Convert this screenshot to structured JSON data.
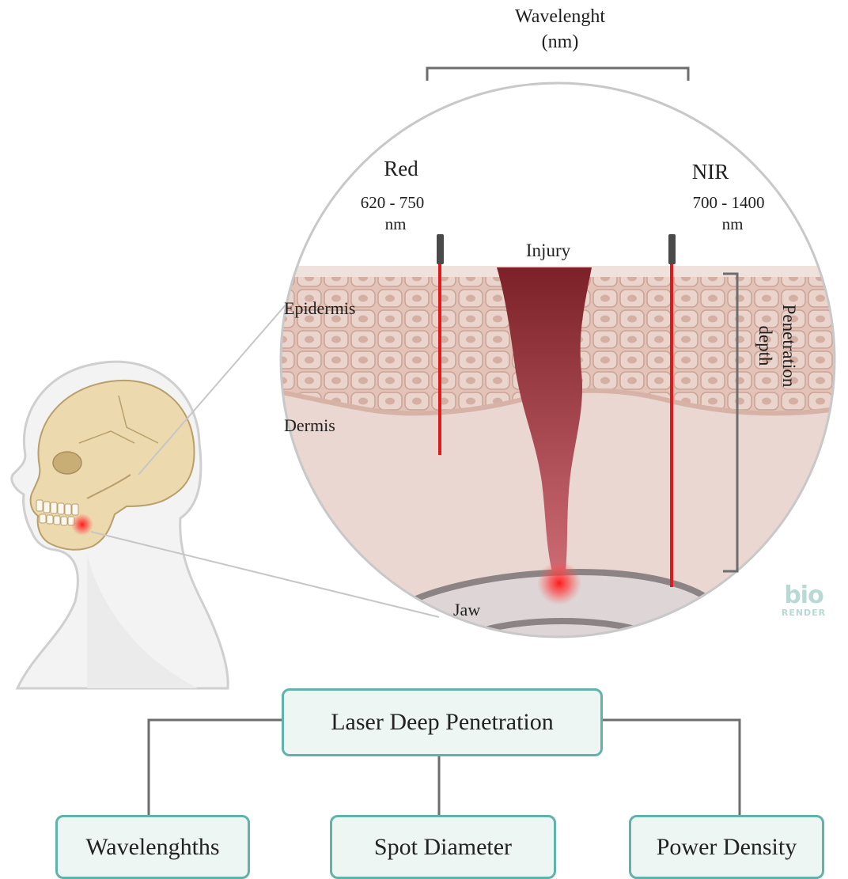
{
  "diagram": {
    "wavelength_header": {
      "line1": "Wavelenght",
      "line2": "(nm)"
    },
    "red_laser": {
      "name": "Red",
      "range": "620 - 750",
      "unit": "nm"
    },
    "nir_laser": {
      "name": "NIR",
      "range": "700 - 1400",
      "unit": "nm"
    },
    "layers": {
      "injury": "Injury",
      "epidermis": "Epidermis",
      "dermis": "Dermis",
      "jaw": "Jaw"
    },
    "penetration": {
      "line1": "Penetration",
      "line2": "depth"
    },
    "tree": {
      "root": "Laser Deep Penetration",
      "children": [
        "Wavelenghths",
        "Spot Diameter",
        "Power Density"
      ]
    },
    "watermark": {
      "word1": "bio",
      "word2": "RENDER"
    },
    "colors": {
      "laser_red": "#e0191b",
      "injury_dark": "#7c2128",
      "injury_light": "#c8656e",
      "box_border": "#5fb3aa",
      "box_fill": "#eef6f4",
      "skull": "#ecd9ad"
    }
  }
}
